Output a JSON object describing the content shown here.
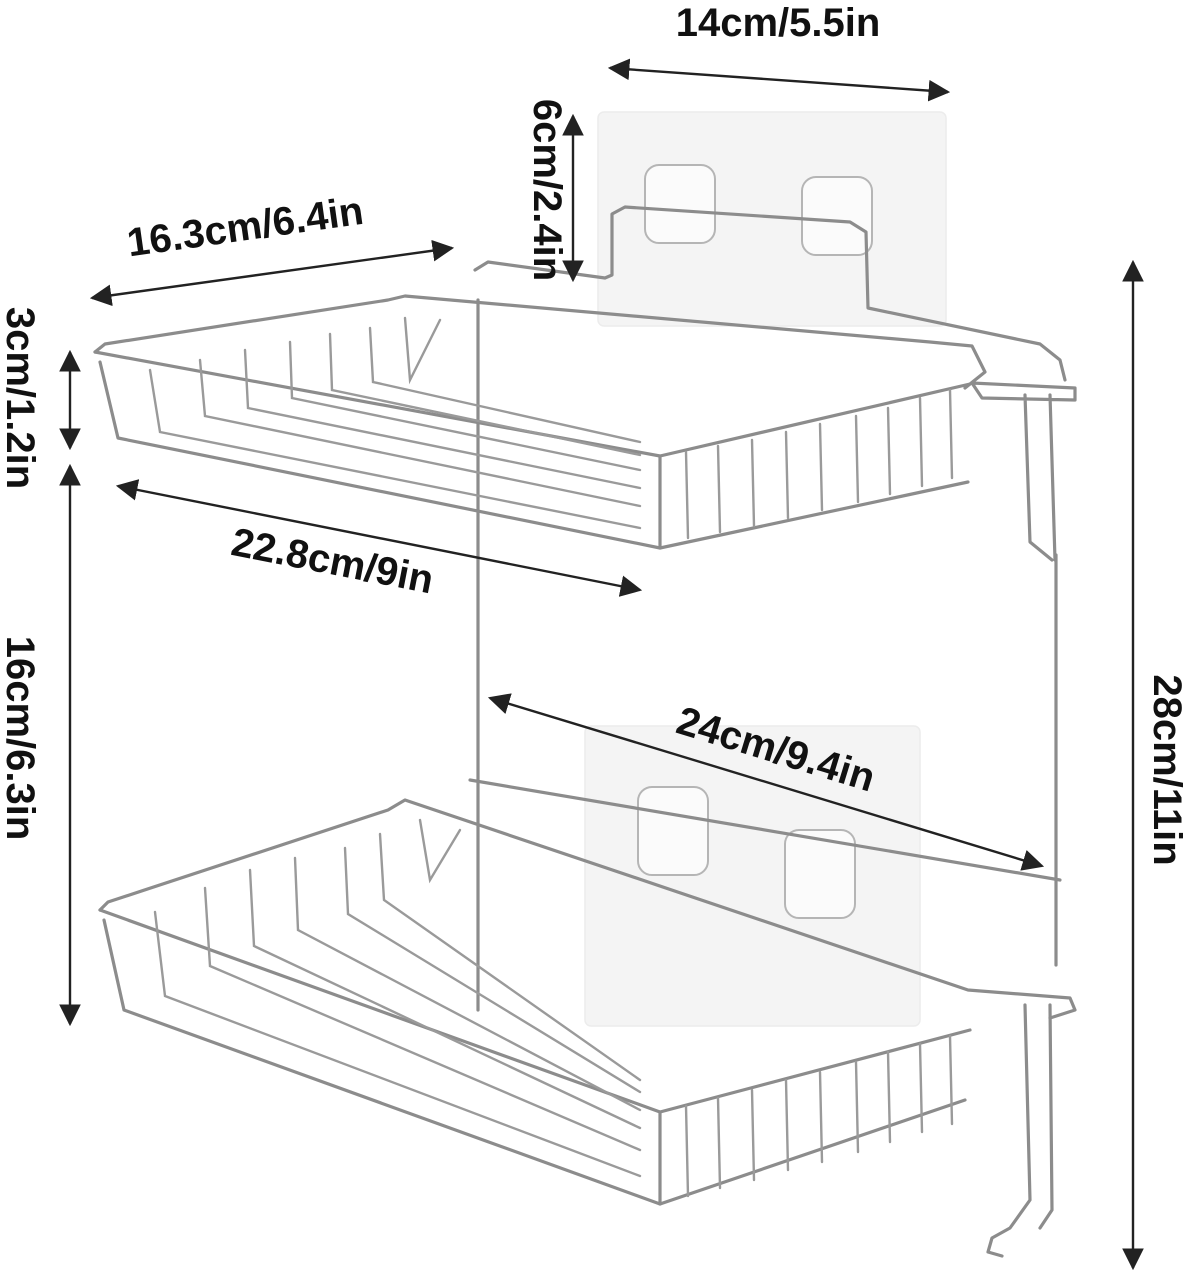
{
  "dimensions": {
    "top_width": "14cm/5.5in",
    "pad_height": "6cm/2.4in",
    "shelf_depth": "16.3cm/6.4in",
    "basket_height": "3cm/1.2in",
    "shelf_length": "22.8cm/9in",
    "shelf_spacing": "16cm/6.3in",
    "rack_width": "24cm/9.4in",
    "total_height": "28cm/11in"
  },
  "colors": {
    "wire": "#8c8c8c",
    "pad": "#f4f4f4",
    "arrow": "#222222",
    "text": "#111111"
  }
}
